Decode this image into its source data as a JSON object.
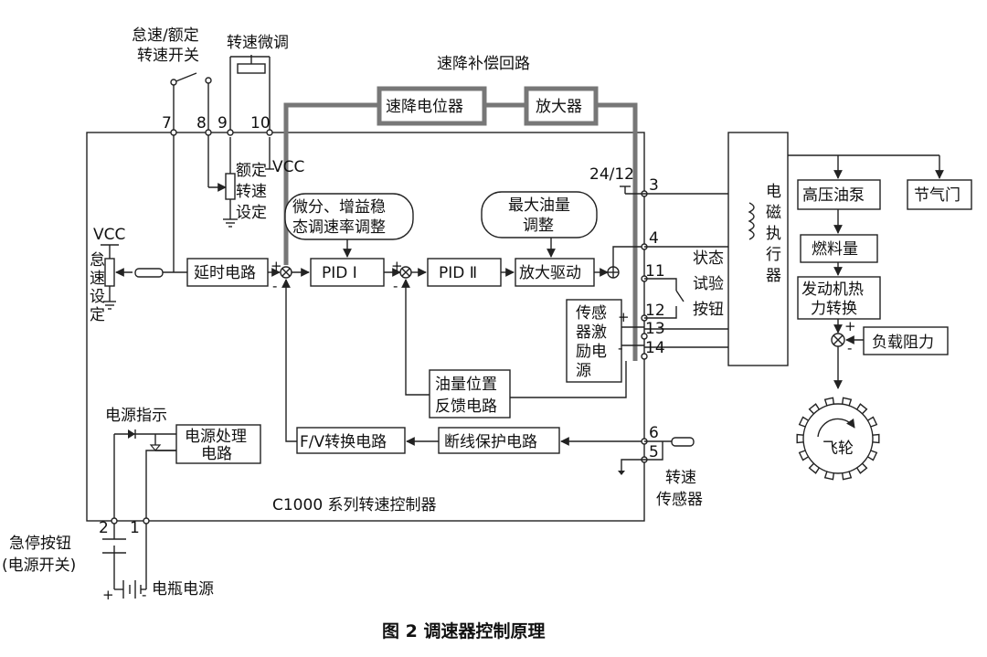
{
  "caption": "图 2    调速器控制原理",
  "controller_name": "C1000 系列转速控制器",
  "loop_title": "速降补偿回路",
  "top": {
    "idle_switch": [
      "怠速/额定",
      "转速开关"
    ],
    "speed_fine": "转速微调",
    "rated_setting": [
      "额定",
      "转速",
      "设定"
    ],
    "vcc_a": "VCC",
    "vcc_b": "VCC",
    "idle_setting": [
      "怠",
      "速",
      "设",
      "定"
    ],
    "supply_label": "24/12"
  },
  "terminals": [
    "7",
    "8",
    "9",
    "10",
    "3",
    "4",
    "11",
    "12",
    "13",
    "14",
    "6",
    "5",
    "2",
    "1"
  ],
  "blocks": {
    "speed_drop_pot": "速降电位器",
    "amplifier": "放大器",
    "diff_gain": [
      "微分、增益稳",
      "态调速率调整"
    ],
    "max_fuel": [
      "最大油量",
      "调整"
    ],
    "delay": "延时电路",
    "pid1": "PID Ⅰ",
    "pid2": "PID Ⅱ",
    "amp_drive": "放大驱动",
    "sensor_exc": [
      "传感",
      "器激",
      "励电",
      "源"
    ],
    "fuel_feedback": [
      "油量位置",
      "反馈电路"
    ],
    "fv": "F/V转换电路",
    "break_protect": "断线保护电路",
    "power_proc": [
      "电源处理",
      "电路"
    ]
  },
  "side": {
    "state_test": [
      "状态",
      "试验",
      "按钮"
    ],
    "actuator": [
      "电",
      "磁",
      "执",
      "行",
      "器"
    ],
    "hp_pump": "高压油泵",
    "throttle": "节气门",
    "fuel_qty": "燃料量",
    "engine_thermo": [
      "发动机热",
      "力转换"
    ],
    "load": "负载阻力",
    "flywheel": "飞轮",
    "speed_sensor": [
      "转速",
      "传感器"
    ]
  },
  "bottom": {
    "power_indicator": "电源指示",
    "estop": [
      "急停按钮",
      "(电源开关)"
    ],
    "battery": "电瓶电源"
  }
}
